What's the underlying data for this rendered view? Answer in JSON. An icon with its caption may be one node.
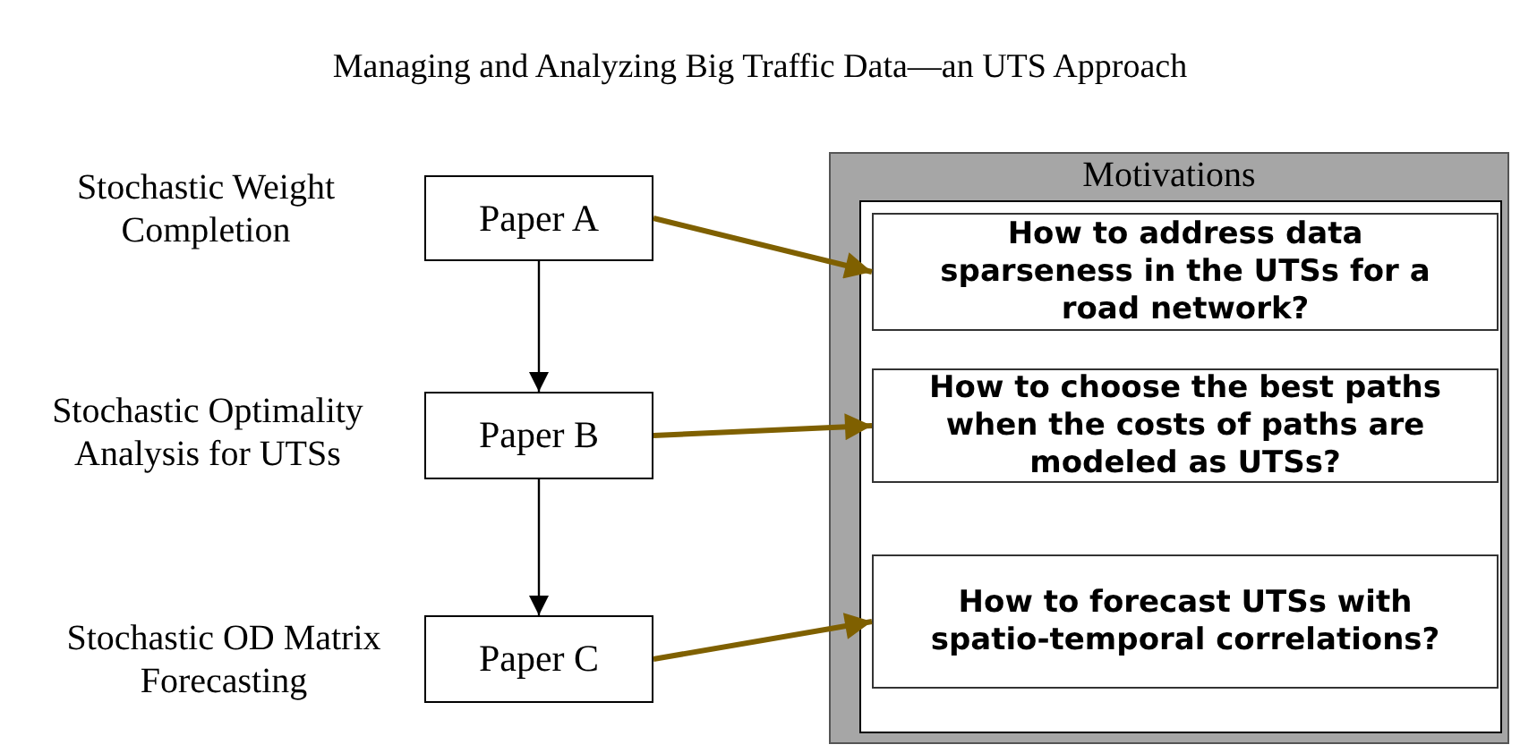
{
  "diagram": {
    "title": "Managing and Analyzing Big Traffic Data—an UTS Approach",
    "nodes": [
      {
        "text": [
          "Paper A"
        ],
        "beside": [
          "Stochastic Weight Completion"
        ]
      },
      {
        "text": [
          "Paper B"
        ],
        "beside": [
          "Stochastic Optimality Analysis for UTSs"
        ]
      },
      {
        "text": [
          "Paper C"
        ],
        "beside": [
          "Stochastic OD Matrix Forecasting"
        ]
      },
      {
        "text": [
          "Motivations"
        ]
      },
      {
        "text": [
          "How to address data sparseness in the UTSs for a road network?"
        ],
        "in": 3
      },
      {
        "text": [
          "How to choose the best paths when the costs of paths are modeled as UTSs?"
        ],
        "in": 3
      },
      {
        "text": [
          "How to forecast UTSs with spatio-temporal correlations?"
        ],
        "in": 3
      }
    ],
    "edges": [
      {
        "from": 0,
        "to": 1,
        "arrow": "to",
        "color": "#000000"
      },
      {
        "from": 1,
        "to": 2,
        "arrow": "to",
        "color": "#000000"
      },
      {
        "from": 0,
        "to": 4,
        "arrow": "to"
      },
      {
        "from": 1,
        "to": 5,
        "arrow": "to"
      },
      {
        "from": 2,
        "to": 6,
        "arrow": "to"
      }
    ]
  }
}
